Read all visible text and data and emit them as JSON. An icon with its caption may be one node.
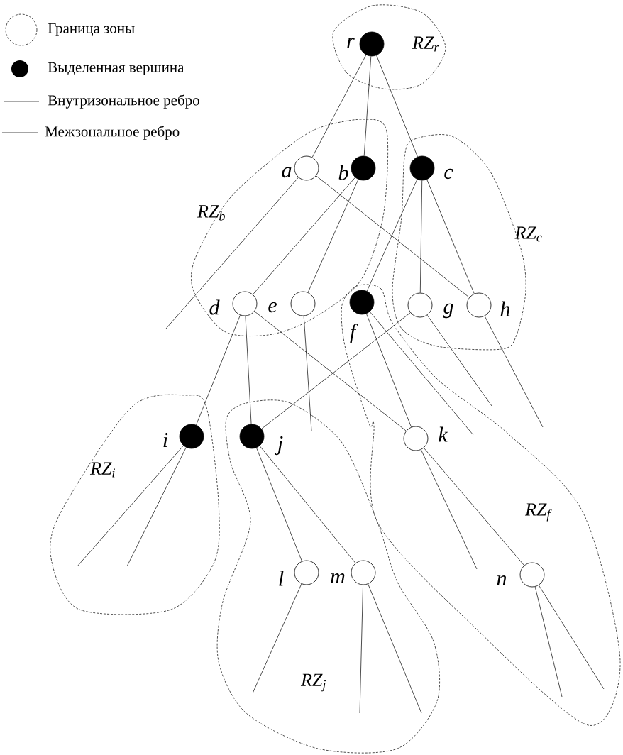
{
  "diagram": {
    "nodes": [
      {
        "text": [
          "RZ$_{r}$"
        ]
      },
      {
        "text": [],
        "shape": "dot",
        "beside": [
          "r"
        ],
        "in": 0
      },
      {
        "text": [
          "RZ$_{b}$"
        ]
      },
      {
        "text": [],
        "shape": "circle",
        "beside": [
          "a"
        ],
        "in": 2
      },
      {
        "text": [],
        "shape": "dot",
        "beside": [
          "b"
        ],
        "in": 2
      },
      {
        "text": [
          "RZ$_{c}$"
        ]
      },
      {
        "text": [],
        "shape": "dot",
        "beside": [
          "c"
        ],
        "in": 5
      },
      {
        "text": [],
        "shape": "circle",
        "beside": [
          "d"
        ],
        "in": 2
      },
      {
        "text": [],
        "shape": "circle",
        "beside": [
          "e"
        ],
        "in": 2
      },
      {
        "text": [
          "RZ$_{f}$"
        ]
      },
      {
        "text": [],
        "shape": "dot",
        "beside": [
          "f"
        ],
        "in": 9
      },
      {
        "text": [],
        "shape": "circle",
        "beside": [
          "g"
        ],
        "in": 5
      },
      {
        "text": [],
        "shape": "circle",
        "beside": [
          "h"
        ],
        "in": 5
      },
      {
        "text": [
          "RZ$_{i}$"
        ]
      },
      {
        "text": [],
        "shape": "dot",
        "beside": [
          "i"
        ],
        "in": 13
      },
      {
        "text": [
          "RZ$_{j}$"
        ]
      },
      {
        "text": [],
        "shape": "dot",
        "beside": [
          "j"
        ],
        "in": 15
      },
      {
        "text": [],
        "shape": "circle",
        "beside": [
          "k"
        ],
        "in": 9
      },
      {
        "text": [],
        "shape": "circle",
        "beside": [
          "l"
        ],
        "in": 15
      },
      {
        "text": [],
        "shape": "circle",
        "beside": [
          "m"
        ],
        "in": 15
      },
      {
        "text": [],
        "shape": "circle",
        "beside": [
          "n"
        ],
        "in": 9
      }
    ],
    "edges": [
      {
        "from": 1,
        "to": 3,
        "arrow": "none"
      },
      {
        "from": 1,
        "to": 4,
        "arrow": "none"
      },
      {
        "from": 1,
        "to": 6,
        "arrow": "none"
      },
      {
        "from": 3,
        "to": null,
        "arrow": "none"
      },
      {
        "from": 3,
        "to": 12,
        "arrow": "none"
      },
      {
        "from": 4,
        "to": 7,
        "arrow": "none"
      },
      {
        "from": 4,
        "to": 8,
        "arrow": "none"
      },
      {
        "from": 6,
        "to": 10,
        "arrow": "none"
      },
      {
        "from": 6,
        "to": 11,
        "arrow": "none"
      },
      {
        "from": 6,
        "to": 12,
        "arrow": "none"
      },
      {
        "from": 7,
        "to": 14,
        "arrow": "none"
      },
      {
        "from": 7,
        "to": 16,
        "arrow": "none"
      },
      {
        "from": 7,
        "to": 17,
        "arrow": "none"
      },
      {
        "from": 8,
        "to": null,
        "arrow": "none"
      },
      {
        "from": 10,
        "to": 17,
        "arrow": "none"
      },
      {
        "from": 10,
        "to": null,
        "arrow": "none"
      },
      {
        "from": 11,
        "to": 16,
        "arrow": "none"
      },
      {
        "from": 11,
        "to": null,
        "arrow": "none"
      },
      {
        "from": 12,
        "to": null,
        "arrow": "none"
      },
      {
        "from": 14,
        "to": null,
        "arrow": "none"
      },
      {
        "from": 14,
        "to": null,
        "arrow": "none"
      },
      {
        "from": 16,
        "to": 18,
        "arrow": "none"
      },
      {
        "from": 16,
        "to": 19,
        "arrow": "none"
      },
      {
        "from": 17,
        "to": null,
        "arrow": "none"
      },
      {
        "from": 17,
        "to": 20,
        "arrow": "none"
      },
      {
        "from": 18,
        "to": null,
        "arrow": "none"
      },
      {
        "from": 19,
        "to": null,
        "arrow": "none"
      },
      {
        "from": 19,
        "to": null,
        "arrow": "none"
      },
      {
        "from": 20,
        "to": null,
        "arrow": "none"
      },
      {
        "from": 20,
        "to": null,
        "arrow": "none"
      }
    ],
    "legend": [
      {
        "text": "Граница зоны"
      },
      {
        "text": "Выделенная вершина"
      },
      {
        "text": "Внутризональное ребро"
      },
      {
        "text": "Межзональное ребро"
      }
    ]
  }
}
